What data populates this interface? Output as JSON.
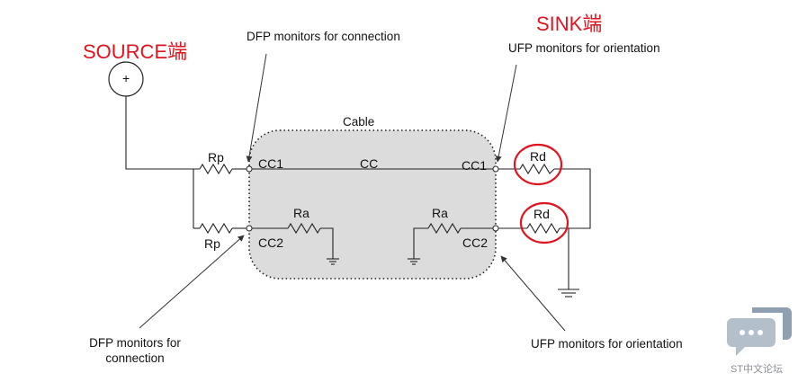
{
  "source_label": "SOURCE端",
  "sink_label": "SINK端",
  "dfp_top_note": "DFP monitors for connection",
  "ufp_top_note": "UFP monitors for orientation",
  "dfp_bottom_note_line1": "DFP monitors for",
  "dfp_bottom_note_line2": "connection",
  "ufp_bottom_note": "UFP monitors for orientation",
  "cable_label": "Cable",
  "cc_line_label": "CC",
  "source_symbol": "+",
  "resistors": {
    "rp_top": "Rp",
    "rp_bottom": "Rp",
    "ra_left": "Ra",
    "ra_right": "Ra",
    "rd_top": "Rd",
    "rd_bottom": "Rd"
  },
  "pins": {
    "left_cc1": "CC1",
    "left_cc2": "CC2",
    "right_cc1": "CC1",
    "right_cc2": "CC2"
  },
  "watermark": "ST中文论坛",
  "colors": {
    "highlight": "#e0141e",
    "cable_fill": "#dcdcdc",
    "wire": "#222222",
    "watermark": "#8a8f97"
  }
}
